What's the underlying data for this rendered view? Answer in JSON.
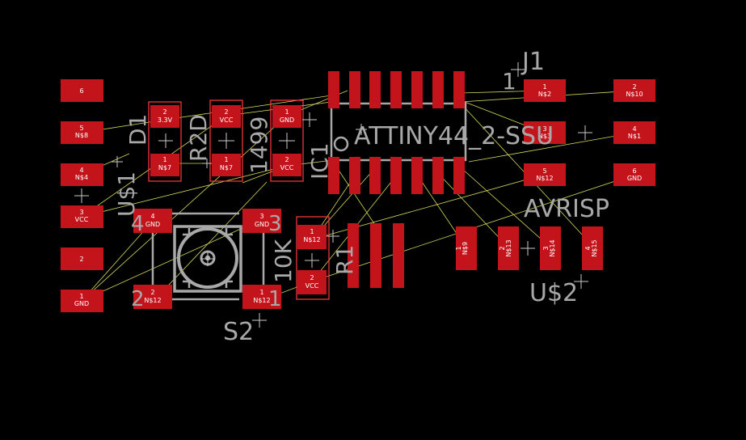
{
  "colors": {
    "background": "#000000",
    "pad": "#c4141b",
    "pad_outline": "#ff3a3a",
    "silkscreen": "#a8a8a8",
    "airwire": "#d6d65a",
    "pad_text": "#ffffff",
    "origin_marker": "#c8c8c8"
  },
  "labels": {
    "d1": "D1",
    "r2d": "R2D",
    "r499": "1499",
    "ic1": "IC1",
    "attiny": "ATTINY44_2-SSU",
    "j1": "J1",
    "j1_pin1": "1",
    "us1": "U$1",
    "avrisp": "AVRISP",
    "us2": "U$2",
    "s2": "S2",
    "r10k": "10K",
    "r1": "R1",
    "s2_pin4": "4",
    "s2_pin3": "3",
    "s2_pin2": "2",
    "s2_pin1": "1"
  },
  "pads": {
    "us1_6": [
      "6",
      ""
    ],
    "us1_5": [
      "5",
      "N$8"
    ],
    "us1_4": [
      "4",
      "N$4"
    ],
    "us1_3": [
      "3",
      "VCC"
    ],
    "us1_2": [
      "2",
      ""
    ],
    "us1_1": [
      "1",
      "GND"
    ],
    "d1_2": [
      "2",
      "3.3V"
    ],
    "d1_1": [
      "1",
      "N$7"
    ],
    "r2d_2": [
      "2",
      "VCC"
    ],
    "r2d_1": [
      "1",
      "N$7"
    ],
    "c_1": [
      "1",
      "GND"
    ],
    "c_2": [
      "2",
      "VCC"
    ],
    "j1_1": [
      "1",
      "N$2"
    ],
    "j1_2": [
      "2",
      "N$10"
    ],
    "j1_3": [
      "3",
      "N$3"
    ],
    "j1_4": [
      "4",
      "N$1"
    ],
    "j1_5": [
      "5",
      "N$12"
    ],
    "j1_6": [
      "6",
      "GND"
    ],
    "s2_4": [
      "4",
      "GND"
    ],
    "s2_3": [
      "3",
      "GND"
    ],
    "s2_2": [
      "2",
      "N$12"
    ],
    "s2_1": [
      "1",
      "N$12"
    ],
    "r10k_1": [
      "1",
      "N$12"
    ],
    "r10k_2": [
      "2",
      "VCC"
    ],
    "us2_1": [
      "1",
      "N$9"
    ],
    "us2_2": [
      "2",
      "N$13"
    ],
    "us2_3": [
      "3",
      "N$14"
    ],
    "us2_4": [
      "4",
      "N$15"
    ]
  }
}
